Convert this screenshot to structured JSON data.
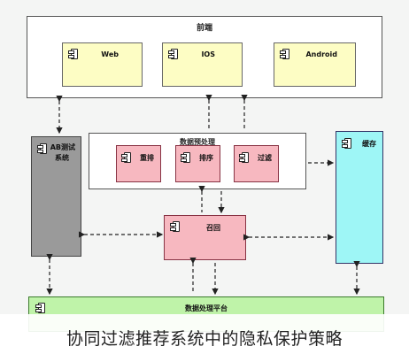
{
  "diagram": {
    "top_frame_title": "前端",
    "clients": [
      {
        "label": "Web"
      },
      {
        "label": "IOS"
      },
      {
        "label": "Android"
      }
    ],
    "middle_frame_title": "数据预处理",
    "processors": [
      {
        "label": "重排"
      },
      {
        "label": "排序"
      },
      {
        "label": "过滤"
      }
    ],
    "ab_test": {
      "line1": "AB测试",
      "line2": "系统"
    },
    "right_service": {
      "label": "缓存"
    },
    "center_service": {
      "label": "召回"
    },
    "bottom_platform": {
      "label": "数据处理平台"
    }
  },
  "caption": "协同过滤推荐系统中的隐私保护策略",
  "colors": {
    "client_fill": "#fdfdc4",
    "processor_fill": "#f7b8c0",
    "ab_fill": "#9a9a9a",
    "cache_fill": "#9ef6f6",
    "platform_fill": "#bff3a9"
  }
}
